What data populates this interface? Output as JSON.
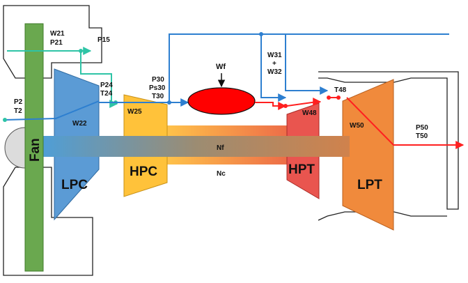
{
  "colors": {
    "fan": "#6aa84f",
    "lpc": "#5b9bd5",
    "hpc": "#ffc23a",
    "hpt": "#e9554f",
    "lpt": "#f08a3c",
    "combustor": "#ff0000",
    "bypass_flow": "#2ec4a6",
    "core_flow": "#2d7fd0",
    "hot_flow": "#ff2020",
    "casing": "#222222"
  },
  "components": {
    "fan": "Fan",
    "lpc": "LPC",
    "hpc": "HPC",
    "hpt": "HPT",
    "lpt": "LPT"
  },
  "shafts": {
    "low": "Nf",
    "high": "Nc"
  },
  "stations": {
    "w21": "W21",
    "p21": "P21",
    "p15": "P15",
    "p2": "P2",
    "t2": "T2",
    "w22": "W22",
    "p24": "P24",
    "t24": "T24",
    "w25": "W25",
    "p30": "P30",
    "ps30": "Ps30",
    "t30": "T30",
    "wf": "Wf",
    "w31": "W31",
    "plus": "+",
    "w32": "W32",
    "t48": "T48",
    "w48": "W48",
    "w50": "W50",
    "p50": "P50",
    "t50": "T50"
  }
}
